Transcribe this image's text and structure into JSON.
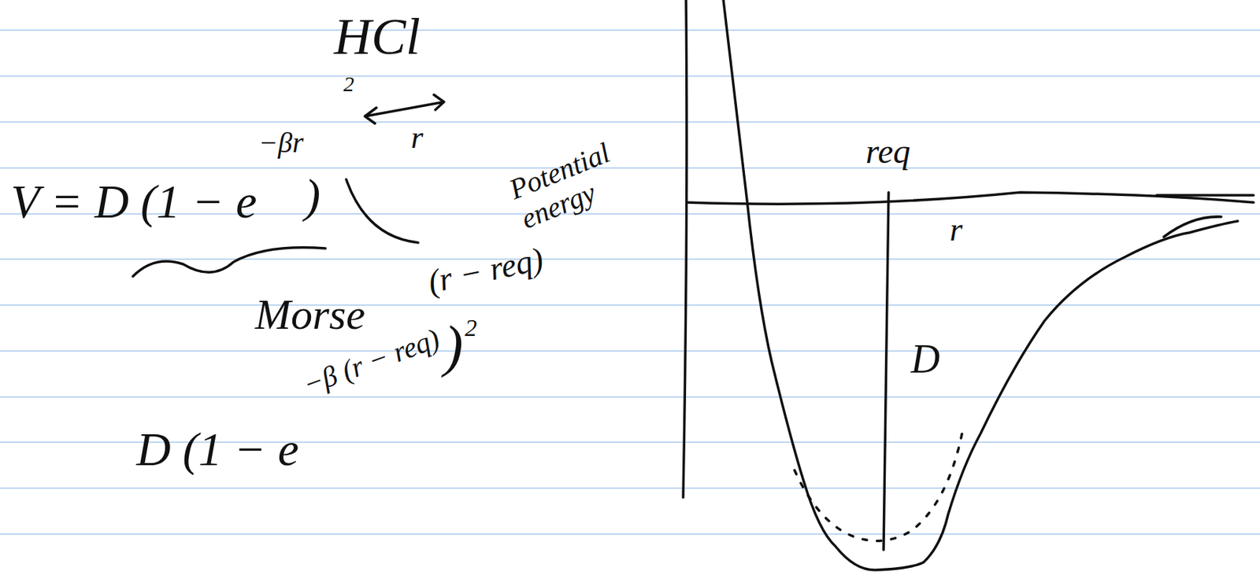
{
  "diagram": {
    "labels": [
      "HCl",
      "2",
      "r",
      "V = D (1 − e",
      "−βr",
      ")",
      "Morse",
      "(r − req)",
      "D (1 − e",
      "−β (r − req)",
      ")",
      "2",
      "Potential energy",
      "req",
      "r",
      "D"
    ]
  }
}
